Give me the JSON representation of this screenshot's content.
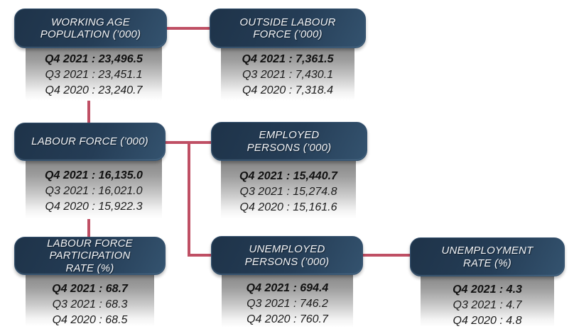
{
  "colors": {
    "connector": "#bf4f64",
    "header_dark": "#1e3349",
    "header_light": "#34536f",
    "stats_gradient_top": "#828282",
    "header_text": "#f2f4f7"
  },
  "nodes": [
    {
      "id": "working-age-population",
      "title": "WORKING AGE\nPOPULATION (’000)",
      "stats": [
        "Q4 2021 : 23,496.5",
        "Q3 2021 : 23,451.1",
        "Q4 2020 : 23,240.7"
      ]
    },
    {
      "id": "outside-labour-force",
      "title": "OUTSIDE LABOUR\nFORCE (’000)",
      "stats": [
        "Q4 2021 : 7,361.5",
        "Q3 2021 : 7,430.1",
        "Q4 2020 : 7,318.4"
      ]
    },
    {
      "id": "labour-force",
      "title": "LABOUR FORCE (’000)",
      "stats": [
        "Q4 2021 : 16,135.0",
        "Q3 2021 : 16,021.0",
        "Q4 2020 : 15,922.3"
      ]
    },
    {
      "id": "employed-persons",
      "title": "EMPLOYED\nPERSONS (’000)",
      "stats": [
        "Q4 2021 : 15,440.7",
        "Q3 2021 : 15,274.8",
        "Q4 2020 : 15,161.6"
      ]
    },
    {
      "id": "labour-force-participation-rate",
      "title": "LABOUR FORCE\nPARTICIPATION\nRATE (%)",
      "stats": [
        "Q4 2021 : 68.7",
        "Q3 2021 : 68.3",
        "Q4 2020 : 68.5"
      ]
    },
    {
      "id": "unemployed-persons",
      "title": "UNEMPLOYED\nPERSONS (’000)",
      "stats": [
        "Q4 2021 : 694.4",
        "Q3 2021 : 746.2",
        "Q4 2020 : 760.7"
      ]
    },
    {
      "id": "unemployment-rate",
      "title": "UNEMPLOYMENT\nRATE (%)",
      "stats": [
        "Q4 2021 : 4.3",
        "Q3 2021 : 4.7",
        "Q4 2020 : 4.8"
      ]
    }
  ]
}
